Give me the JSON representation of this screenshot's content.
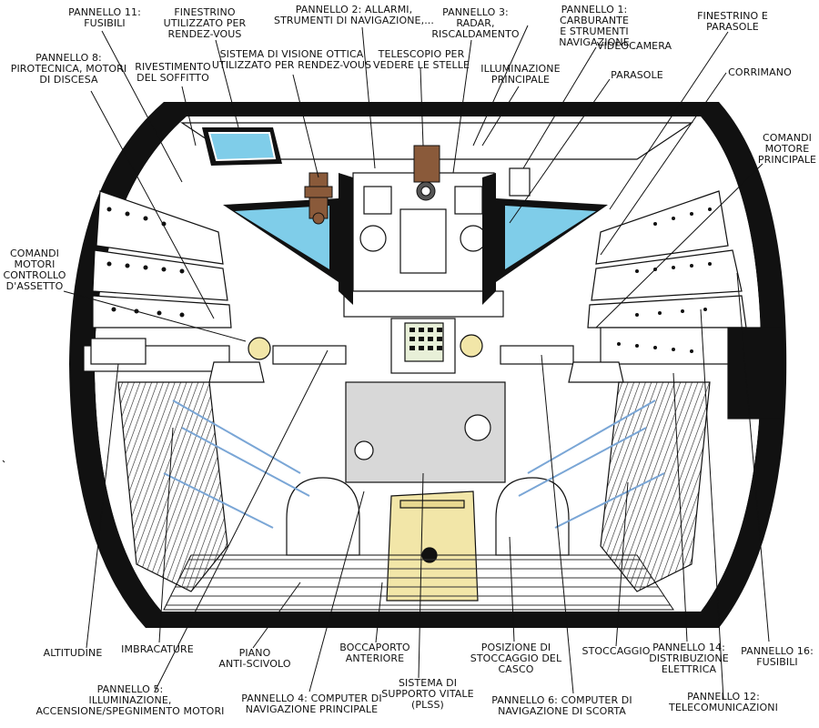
{
  "diagram": {
    "labels": {
      "pannello11": "PANNELLO 11:\nFUSIBILI",
      "finestrino_rdv": "FINESTRINO\nUTILIZZATO PER\nRENDEZ-VOUS",
      "pannello2": "PANNELLO 2: ALLARMI,\nSTRUMENTI DI NAVIGAZIONE,...",
      "pannello3": "PANNELLO 3:\nRADAR,\nRISCALDAMENTO",
      "pannello1": "PANNELLO 1: CARBURANTE\nE STRUMENTI NAVIGAZIONE",
      "finestrino_parasole": "FINESTRINO E\nPARASOLE",
      "pannello8": "PANNELLO 8:\nPIROTECNICA, MOTORI\nDI DISCESA",
      "rivestimento": "RIVESTIMENTO\nDEL SOFFITTO",
      "visione_ottica": "SISTEMA DI VISIONE OTTICA\nUTILIZZATO PER RENDEZ-VOUS",
      "telescopio": "TELESCOPIO PER\nVEDERE LE STELLE",
      "illuminazione": "ILLUMINAZIONE\nPRINCIPALE",
      "videocamera": "VIDEOCAMERA",
      "parasole": "PARASOLE",
      "corrimano": "CORRIMANO",
      "comandi_motore": "COMANDI\nMOTORE\nPRINCIPALE",
      "comandi_assetto": "COMANDI\nMOTORI\nCONTROLLO\nD'ASSETTO",
      "altitudine": "ALTITUDINE",
      "imbracature": "IMBRACATURE",
      "piano": "PIANO\nANTI-SCIVOLO",
      "boccaporto": "BOCCAPORTO\nANTERIORE",
      "stoccaggio_casco": "POSIZIONE DI\nSTOCCAGGIO DEL\nCASCO",
      "stoccaggio": "STOCCAGGIO",
      "pannello14": "PANNELLO 14:\nDISTRIBUZIONE\nELETTRICA",
      "pannello16": "PANNELLO 16:\nFUSIBILI",
      "pannello5": "PANNELLO 5:\nILLUMINAZIONE,\nACCENSIONE/SPEGNIMENTO MOTORI",
      "pannello4": "PANNELLO 4: COMPUTER DI\nNAVIGAZIONE PRINCIPALE",
      "plss": "SISTEMA DI\nSUPPORTO VITALE\n(PLSS)",
      "pannello6": "PANNELLO 6: COMPUTER DI\nNAVIGAZIONE DI SCORTA",
      "pannello12": "PANNELLO 12:\nTELECOMUNICAZIONI"
    },
    "colors": {
      "window": "#7fcde9",
      "optics": "#8a5a3a",
      "plss": "#f2e6a8",
      "harness": "#7aa6d6",
      "line": "#111111"
    }
  }
}
